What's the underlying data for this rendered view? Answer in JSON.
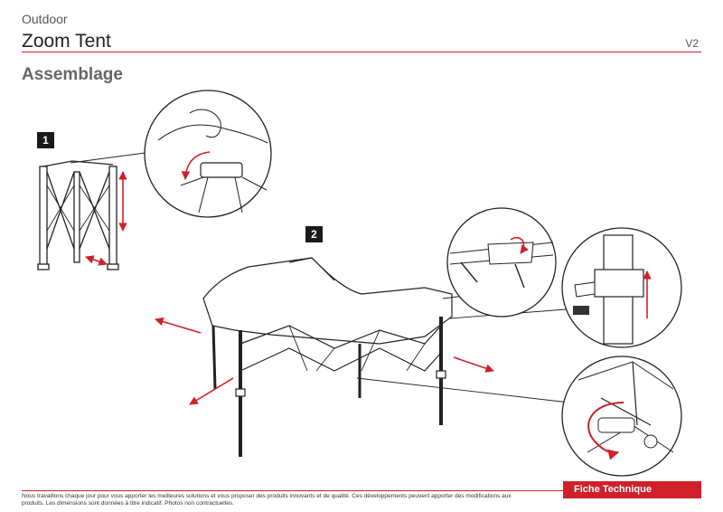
{
  "header": {
    "series": "Outdoor",
    "product": "Zoom Tent",
    "version": "V2"
  },
  "section_title": "Assemblage",
  "steps": [
    {
      "number": "1"
    },
    {
      "number": "2"
    }
  ],
  "footer": {
    "note": "Nous travaillons chaque jour pour vous apporter les meilleures solutions et vous proposer des produits innovants et de qualité. Ces développements peuvent apporter des modifications aux produits. Les dimensions sont données à titre indicatif. Photos non contractuelles.",
    "badge": "Fiche Technique"
  },
  "colors": {
    "accent": "#d0202a",
    "step_box": "#1a1a1a"
  }
}
